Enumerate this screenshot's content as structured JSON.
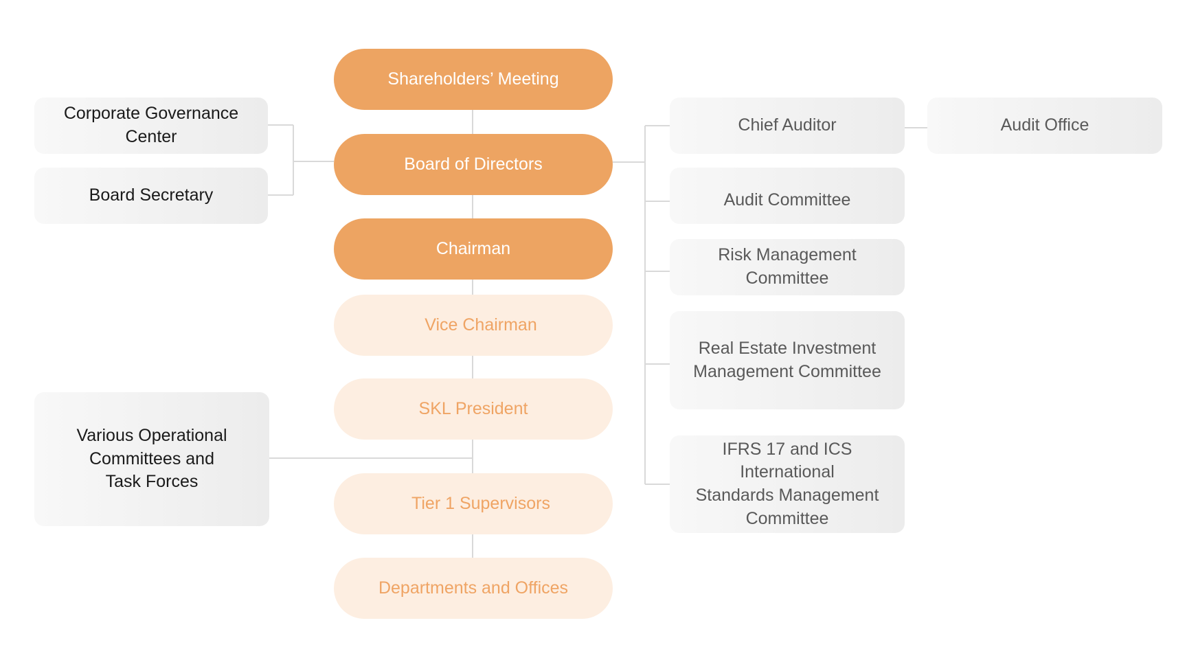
{
  "center_chain": {
    "shareholders_meeting": "Shareholders’ Meeting",
    "board_of_directors": "Board of Directors",
    "chairman": "Chairman",
    "vice_chairman": "Vice Chairman",
    "skl_president": "SKL President",
    "tier1_supervisors": "Tier 1 Supervisors",
    "departments_and_offices": "Departments and Offices"
  },
  "left_units": {
    "corporate_governance_center": "Corporate Governance\nCenter",
    "board_secretary": "Board Secretary",
    "operational_committees": "Various Operational\nCommittees and\nTask Forces"
  },
  "right_units": {
    "chief_auditor": "Chief Auditor",
    "audit_office": "Audit Office",
    "audit_committee": "Audit Committee",
    "risk_management_committee": "Risk Management\nCommittee",
    "real_estate_committee": "Real Estate Investment\nManagement Committee",
    "ifrs_committee": "IFRS 17 and ICS\nInternational\nStandards Management\nCommittee"
  },
  "colors": {
    "primary_fill": "#eda462",
    "secondary_fill": "#fdeee1",
    "secondary_text": "#efa464",
    "box_fill": "#f2f2f2",
    "connector": "#d9d9d9"
  }
}
